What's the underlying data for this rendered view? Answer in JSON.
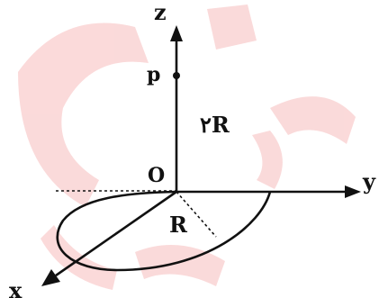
{
  "labels": {
    "z_axis": "z",
    "y_axis": "y",
    "x_axis": "x",
    "point_p": "p",
    "origin": "O",
    "height": "۲R",
    "radius": "R"
  },
  "watermark": {
    "color": "#f7bcbc",
    "text": "دانشگاه"
  },
  "colors": {
    "ink": "#111111"
  }
}
